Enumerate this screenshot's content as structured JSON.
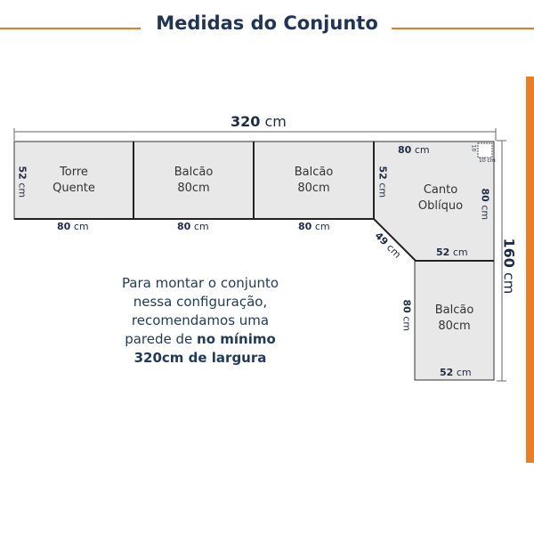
{
  "header": {
    "title": "Medidas do Conjunto"
  },
  "colors": {
    "accent": "#ec7d21",
    "title": "#1e3557",
    "module_fill": "#e8e8e8"
  },
  "overall": {
    "width": {
      "value": "320",
      "unit": "cm"
    },
    "height": {
      "value": "160",
      "unit": "cm"
    }
  },
  "modules": [
    {
      "line1": "Torre",
      "line2": "Quente",
      "depth": {
        "value": "52",
        "unit": "cm"
      },
      "width": {
        "value": "80",
        "unit": "cm"
      }
    },
    {
      "line1": "Balcão",
      "line2": "80cm",
      "width": {
        "value": "80",
        "unit": "cm"
      }
    },
    {
      "line1": "Balcão",
      "line2": "80cm",
      "width": {
        "value": "80",
        "unit": "cm"
      }
    },
    {
      "line1": "Canto",
      "line2": "Oblíquo",
      "top": {
        "value": "80",
        "unit": "cm"
      },
      "left": {
        "value": "52",
        "unit": "cm"
      },
      "right": {
        "value": "80",
        "unit": "cm"
      },
      "diag": {
        "value": "49",
        "unit": "cm"
      },
      "bottom": {
        "value": "52",
        "unit": "cm"
      },
      "corner": {
        "a": "10",
        "b": "10 cm"
      }
    },
    {
      "line1": "Balcão",
      "line2": "80cm",
      "left": {
        "value": "80",
        "unit": "cm"
      },
      "bottom": {
        "value": "52",
        "unit": "cm"
      }
    }
  ],
  "info": {
    "line1": "Para montar o conjunto",
    "line2": "nessa configuração,",
    "line3": "recomendamos uma",
    "line4_normal": "parede de ",
    "line4_bold": "no mínimo",
    "line5": "320cm de largura"
  }
}
